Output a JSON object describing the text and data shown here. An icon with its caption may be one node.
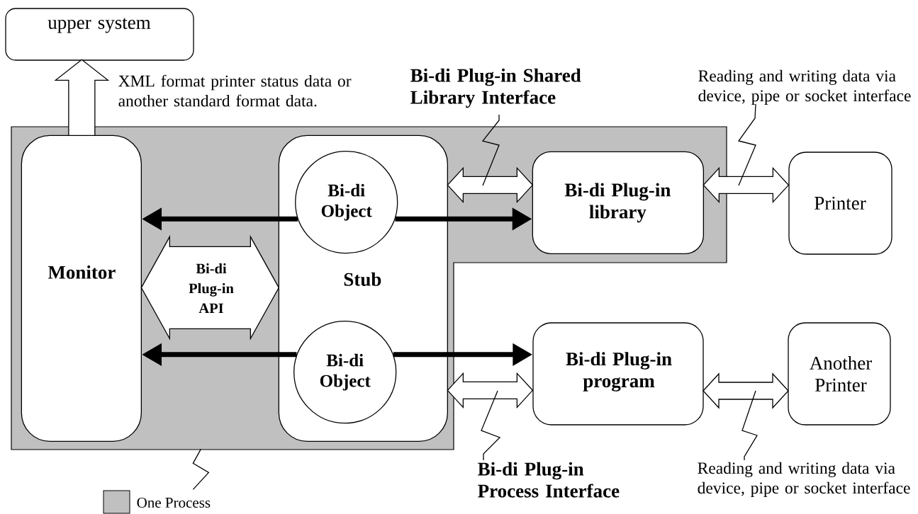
{
  "diagram": {
    "nodes": [
      {
        "text": [
          "upper system"
        ]
      },
      {
        "text": [],
        "shape": "box"
      },
      {
        "text": [
          "Monitor"
        ],
        "in": 1
      },
      {
        "text": [
          "Stub"
        ],
        "in": 1
      },
      {
        "text": [
          "Bi-di Object"
        ],
        "in": 3
      },
      {
        "text": [
          "Bi-di Object"
        ],
        "in": 3
      },
      {
        "text": [
          "Bi-di Plug-in library"
        ],
        "in": 1
      },
      {
        "text": [
          "Printer"
        ]
      },
      {
        "text": [
          "Bi-di Plug-in program"
        ]
      },
      {
        "text": [
          "Another Printer"
        ]
      },
      {
        "text": [
          "Bi-di Plug-in Shared Library Interface"
        ]
      },
      {
        "text": [
          "Reading and writing data via device, pipe or socket interface"
        ]
      },
      {
        "text": [
          "Bi-di Plug-in Process Interface"
        ]
      },
      {
        "text": [
          "Reading and writing data via device, pipe or socket interface"
        ]
      }
    ],
    "edges": [
      {
        "from": 2,
        "to": 0,
        "arrow": "to",
        "label": "XML format printer status data or another standard format data."
      },
      {
        "from": 2,
        "to": 3,
        "arrow": "both",
        "label": "Bi-di Plug-in API"
      },
      {
        "from": 4,
        "to": 2,
        "arrow": "to",
        "style": "thick"
      },
      {
        "from": 4,
        "to": 6,
        "arrow": "to",
        "style": "thick"
      },
      {
        "from": 5,
        "to": 2,
        "arrow": "to",
        "style": "thick"
      },
      {
        "from": 5,
        "to": 8,
        "arrow": "to",
        "style": "thick"
      },
      {
        "from": 3,
        "to": 6,
        "arrow": "both"
      },
      {
        "from": 6,
        "to": 7,
        "arrow": "both"
      },
      {
        "from": 3,
        "to": 8,
        "arrow": "both"
      },
      {
        "from": 8,
        "to": 9,
        "arrow": "both"
      },
      {
        "from": 10,
        "to": null,
        "arrow": "none"
      },
      {
        "from": 11,
        "to": null,
        "arrow": "none"
      },
      {
        "from": 12,
        "to": null,
        "arrow": "none"
      },
      {
        "from": 13,
        "to": null,
        "arrow": "none"
      },
      {
        "from": 1,
        "to": null,
        "arrow": "none"
      }
    ],
    "legend": [
      {
        "text": "One Process",
        "color": "#c0c0c0"
      }
    ]
  }
}
